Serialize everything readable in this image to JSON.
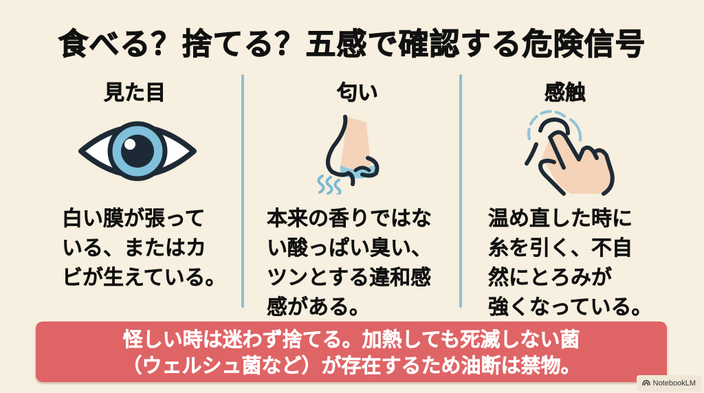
{
  "title": "食べる？捨てる？五感で確認する危険信号",
  "columns": [
    {
      "heading": "見た目",
      "icon": "eye-icon",
      "lines": [
        "白い膜が張って",
        "いる、またはカ",
        "ビが生えている。"
      ]
    },
    {
      "heading": "匂い",
      "icon": "nose-icon",
      "lines": [
        "本来の香りではな",
        "い酸っぱい臭い、",
        "ツンとする違和感",
        "感がある。"
      ]
    },
    {
      "heading": "感触",
      "icon": "touch-hand-icon",
      "lines": [
        "温め直した時に",
        "糸を引く、不自",
        "然にとろみが",
        "強くなっている。"
      ]
    }
  ],
  "banner": {
    "lines": [
      "怪しい時は迷わず捨てる。加熱しても死滅しない菌",
      "（ウェルシュ菌など）が存在するため油断は禁物。"
    ],
    "color": "#df6466"
  },
  "badge": {
    "label": "NotebookLM",
    "icon": "notebooklm-logo-icon"
  },
  "colors": {
    "background": "#f7efdf",
    "divider": "#8dbfd3",
    "accent_blue": "#7fc0da",
    "skin": "#f5d3b8"
  }
}
